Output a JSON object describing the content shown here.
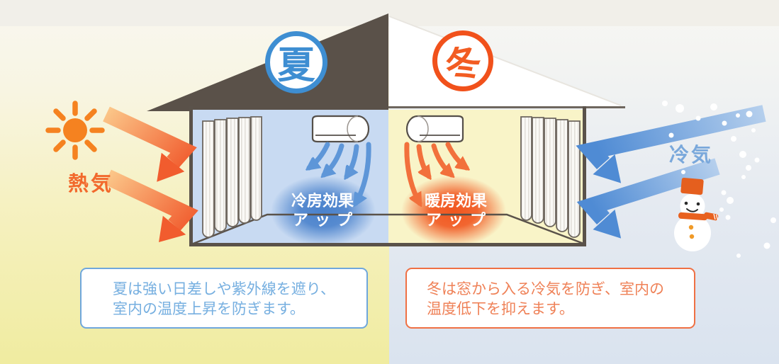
{
  "diagram": {
    "summer": {
      "badge": "夏",
      "outside_label": "熱気",
      "effect_label_line1": "冷房効果",
      "effect_label_line2": "アップ",
      "caption_line1": "夏は強い日差しや紫外線を遮り、",
      "caption_line2": "室内の温度上昇を防ぎます。",
      "accent_color": "#3e8ed2",
      "heat_arrow_color": "#f15c2e",
      "ac_airflow_color": "#5e96d8",
      "room_color": "#c8daf2"
    },
    "winter": {
      "badge": "冬",
      "outside_label": "冷気",
      "effect_label_line1": "暖房効果",
      "effect_label_line2": "アップ",
      "caption_line1": "冬は窓から入る冷気を防ぎ、室内の",
      "caption_line2": "温度低下を抑えます。",
      "accent_color": "#f1511b",
      "cold_arrow_color": "#4f8bd4",
      "ac_airflow_color": "#f2703c",
      "room_color": "#f9f4c8"
    },
    "icons": [
      "sun-icon",
      "snowman-icon",
      "snowflakes",
      "air-conditioner-icon",
      "curtain-icon"
    ],
    "colors": {
      "roof_dark": "#5a5149",
      "roof_light": "#ffffff",
      "outline": "#575049",
      "background_left_bottom": "#f0eca0",
      "background_right_bottom": "#dae3ef",
      "cooling_glow": "#4a82cc",
      "heating_glow": "#f15a29"
    }
  }
}
